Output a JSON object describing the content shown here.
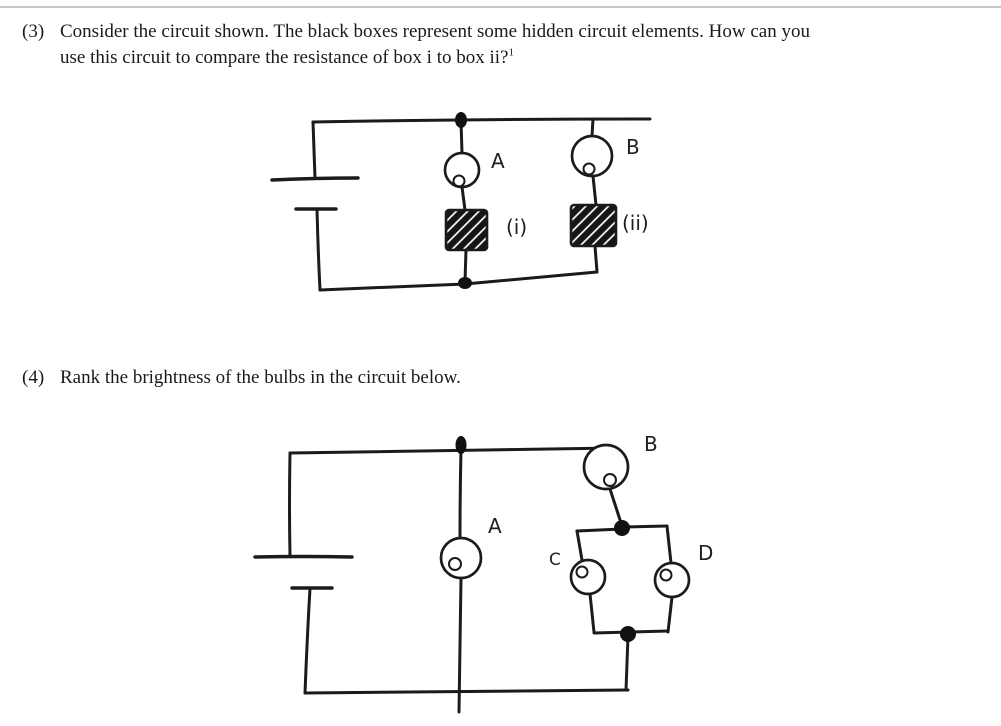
{
  "page": {
    "background": "#ffffff",
    "ink": "#1b1b1b",
    "top_rule_color": "#c8c8c8"
  },
  "questions": [
    {
      "number": "(3)",
      "lines": [
        "Consider the circuit shown. The black boxes represent some hidden circuit elements. How can you",
        "use this circuit to compare the resistance of box i to box ii?"
      ],
      "footnote_marker": "1"
    },
    {
      "number": "(4)",
      "lines": [
        "Rank the brightness of the bulbs in the circuit below."
      ]
    }
  ],
  "circuit1": {
    "labels": {
      "bulb_a": "A",
      "bulb_b": "B",
      "box_i": "(i)",
      "box_ii": "(ii)"
    }
  },
  "circuit2": {
    "labels": {
      "bulb_a": "A",
      "bulb_b": "B",
      "bulb_c": "C",
      "bulb_d": "D"
    }
  }
}
